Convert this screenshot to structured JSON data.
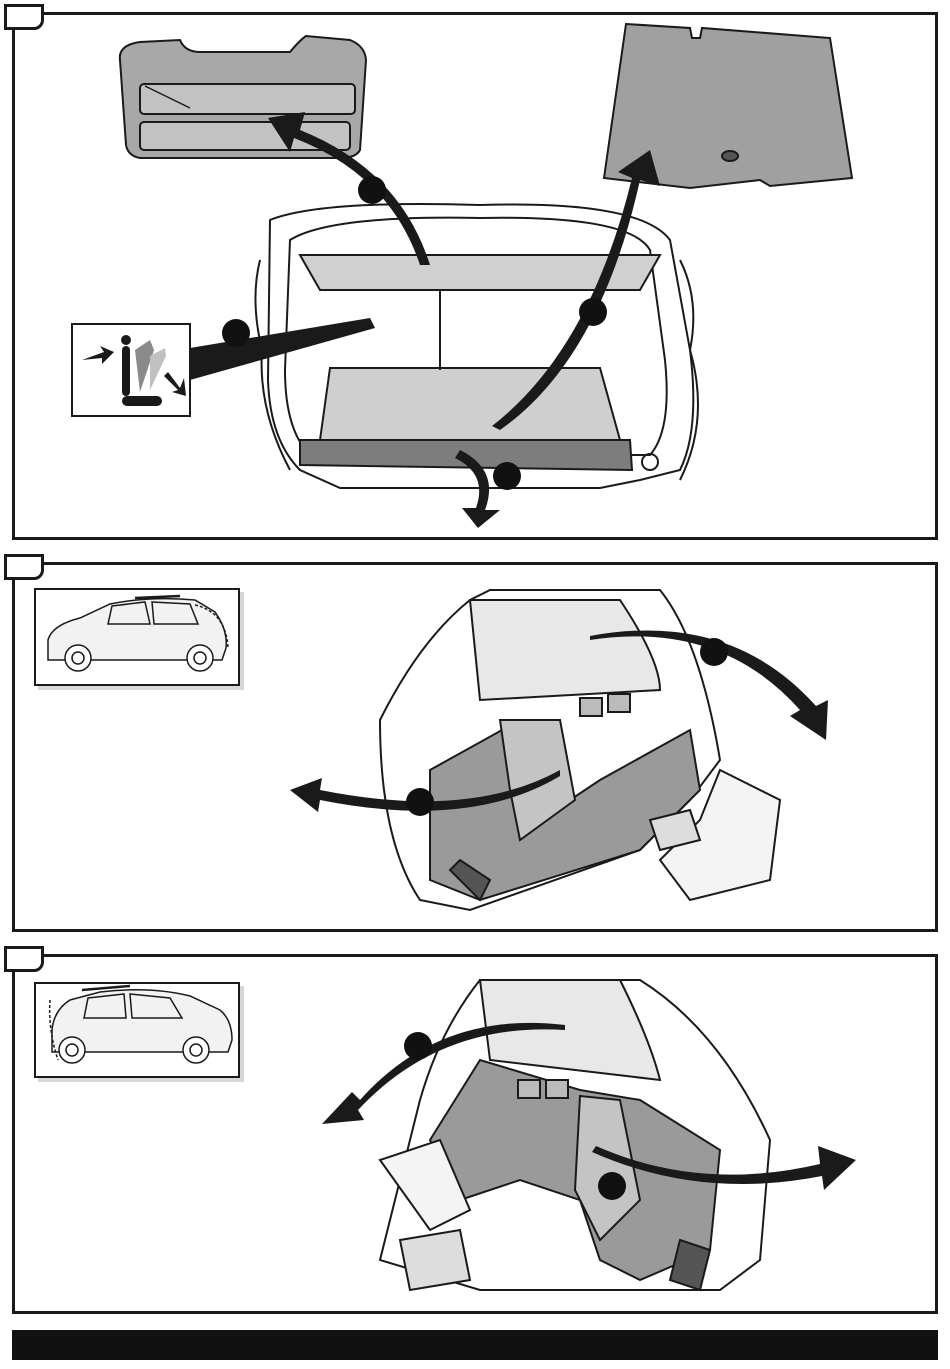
{
  "diagram": {
    "panel_count": 3,
    "steps_per_panel": [
      4,
      2,
      2
    ],
    "panels": [
      {
        "name": "remove-parcel-shelf-and-floor",
        "arrows": [
          "parcel-shelf-up",
          "fold-seat",
          "floor-panel-up",
          "down-arrow"
        ]
      },
      {
        "name": "remove-right-side-trim",
        "arrows": [
          "left-arrow",
          "right-arrow"
        ]
      },
      {
        "name": "remove-left-side-trim",
        "arrows": [
          "left-arrow",
          "right-arrow"
        ]
      }
    ]
  },
  "colors": {
    "line": "#1a1a1a",
    "panel_fill_dark": "#9a9a9a",
    "panel_fill_mid": "#bdbdbd",
    "panel_fill_light": "#e6e6e6",
    "footer": "#111111",
    "badge": "#111111"
  },
  "icons": [
    "seat-fold-icon",
    "car-side-icon"
  ]
}
